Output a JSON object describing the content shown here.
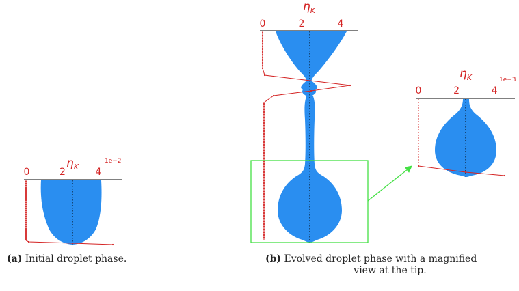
{
  "colors": {
    "drop": "#2a8ef0",
    "axis_red": "#d42424",
    "box_green": "#44e044",
    "axis_black": "#000000"
  },
  "chart_data": [
    {
      "type": "area",
      "panel": "a",
      "xlabel": "η_K",
      "xlabel_sub": "K",
      "x_ticks": [
        "0",
        "2",
        "4"
      ],
      "x_tick_values": [
        0,
        2,
        4
      ],
      "xlim": [
        0,
        5.3
      ],
      "offset_text": "1e−2",
      "description_free": true,
      "shape": "initial droplet",
      "centerline_x": 2.65
    },
    {
      "type": "area",
      "panel": "b",
      "xlabel": "η_K",
      "x_ticks": [
        "0",
        "2",
        "4"
      ],
      "x_tick_values": [
        0,
        2,
        4
      ],
      "xlim": [
        0,
        5.0
      ],
      "shape": "evolved droplet",
      "centerline_x": 2.35
    },
    {
      "type": "area",
      "panel": "b-inset",
      "xlabel": "η_K",
      "x_ticks": [
        "0",
        "2",
        "4"
      ],
      "x_tick_values": [
        0,
        2,
        4
      ],
      "xlim": [
        0,
        5.0
      ],
      "offset_text": "1e−3",
      "shape": "magnified tip",
      "centerline_x": 2.7
    }
  ],
  "captions": {
    "a": {
      "label": "(a)",
      "text": "Initial droplet phase."
    },
    "b": {
      "label": "(b)",
      "text_line1": "Evolved droplet phase with a magnified",
      "text_line2": "view at the tip."
    }
  }
}
